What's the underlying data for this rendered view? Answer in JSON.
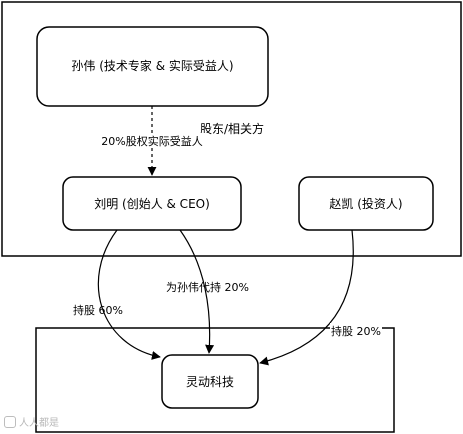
{
  "diagram": {
    "group_label": "股东/相关方",
    "nodes": {
      "sun_wei": "孙伟 (技术专家 & 实际受益人)",
      "liu_ming": "刘明 (创始人 & CEO)",
      "zhao_kai": "赵凯 (投资人)",
      "company": "灵动科技"
    },
    "edges": {
      "beneficial": "20%股权实际受益人",
      "proxy": "为孙伟代持 20%",
      "liu_share": "持股 60%",
      "zhao_share": "持股 20%"
    }
  },
  "watermark": {
    "text": "人人都是"
  },
  "colors": {
    "line": "#000000",
    "background": "#ffffff",
    "watermark": "#b8b8b8"
  }
}
